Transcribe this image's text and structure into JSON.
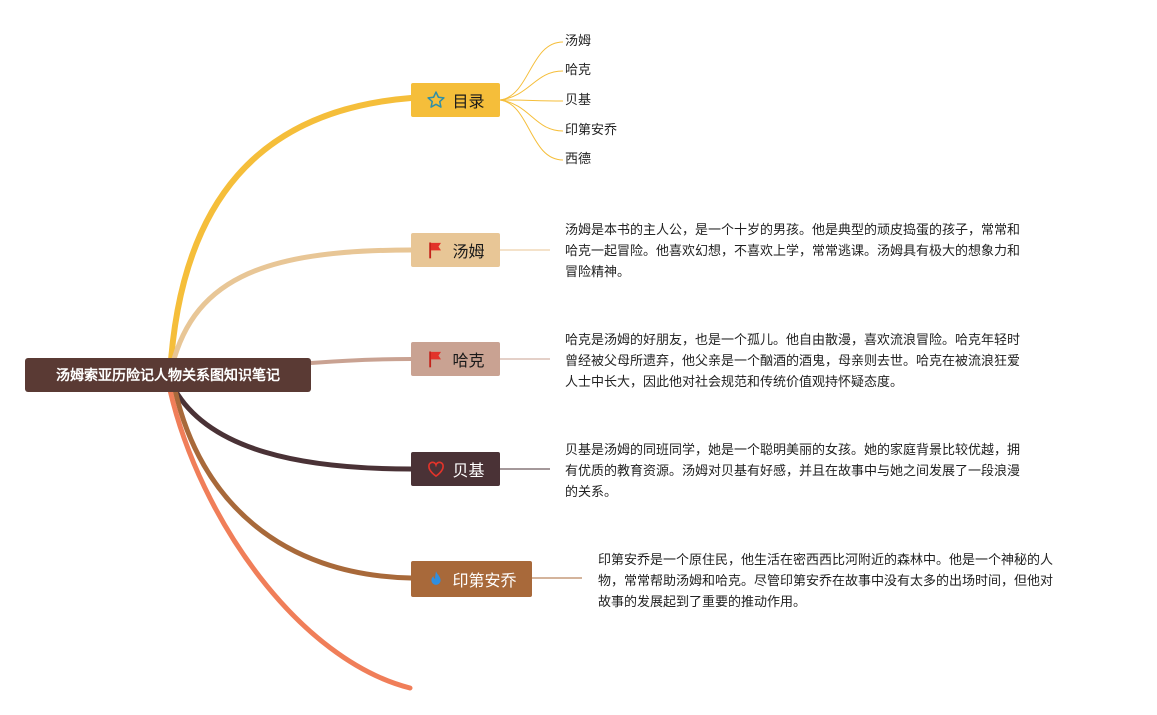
{
  "colors": {
    "yellow": "#F5BE3A",
    "tan": "#E8C696",
    "rose": "#C9A292",
    "dark": "#4A3236",
    "brown": "#A8693A",
    "coral": "#F07E59",
    "root_bg": "#5A3A34"
  },
  "root": {
    "label": "汤姆索亚历险记人物关系图知识笔记"
  },
  "branches": [
    {
      "label": "目录",
      "icon": "star-icon",
      "children": [
        "汤姆",
        "哈克",
        "贝基",
        "印第安乔",
        "西德"
      ]
    },
    {
      "label": "汤姆",
      "icon": "red-flag-icon",
      "desc": [
        "汤姆是本书的主人公，是一个十岁的男孩。他是典型的顽皮捣蛋的孩子，常常和",
        "哈克一起冒险。他喜欢幻想，不喜欢上学，常常逃课。汤姆具有极大的想象力和",
        "冒险精神。"
      ]
    },
    {
      "label": "哈克",
      "icon": "red-flag-icon",
      "desc": [
        "哈克是汤姆的好朋友，也是一个孤儿。他自由散漫，喜欢流浪冒险。哈克年轻时",
        "曾经被父母所遗弃，他父亲是一个酗酒的酒鬼，母亲则去世。哈克在被流浪狂爱",
        "人士中长大，因此他对社会规范和传统价值观持怀疑态度。"
      ]
    },
    {
      "label": "贝基",
      "icon": "heart-icon",
      "desc": [
        "贝基是汤姆的同班同学，她是一个聪明美丽的女孩。她的家庭背景比较优越，拥",
        "有优质的教育资源。汤姆对贝基有好感，并且在故事中与她之间发展了一段浪漫",
        "的关系。"
      ]
    },
    {
      "label": "印第安乔",
      "icon": "flame-icon",
      "desc": [
        "印第安乔是一个原住民，他生活在密西西比河附近的森林中。他是一个神秘的人",
        "物，常常帮助汤姆和哈克。尽管印第安乔在故事中没有太多的出场时间，但他对",
        "故事的发展起到了重要的推动作用。"
      ]
    }
  ]
}
